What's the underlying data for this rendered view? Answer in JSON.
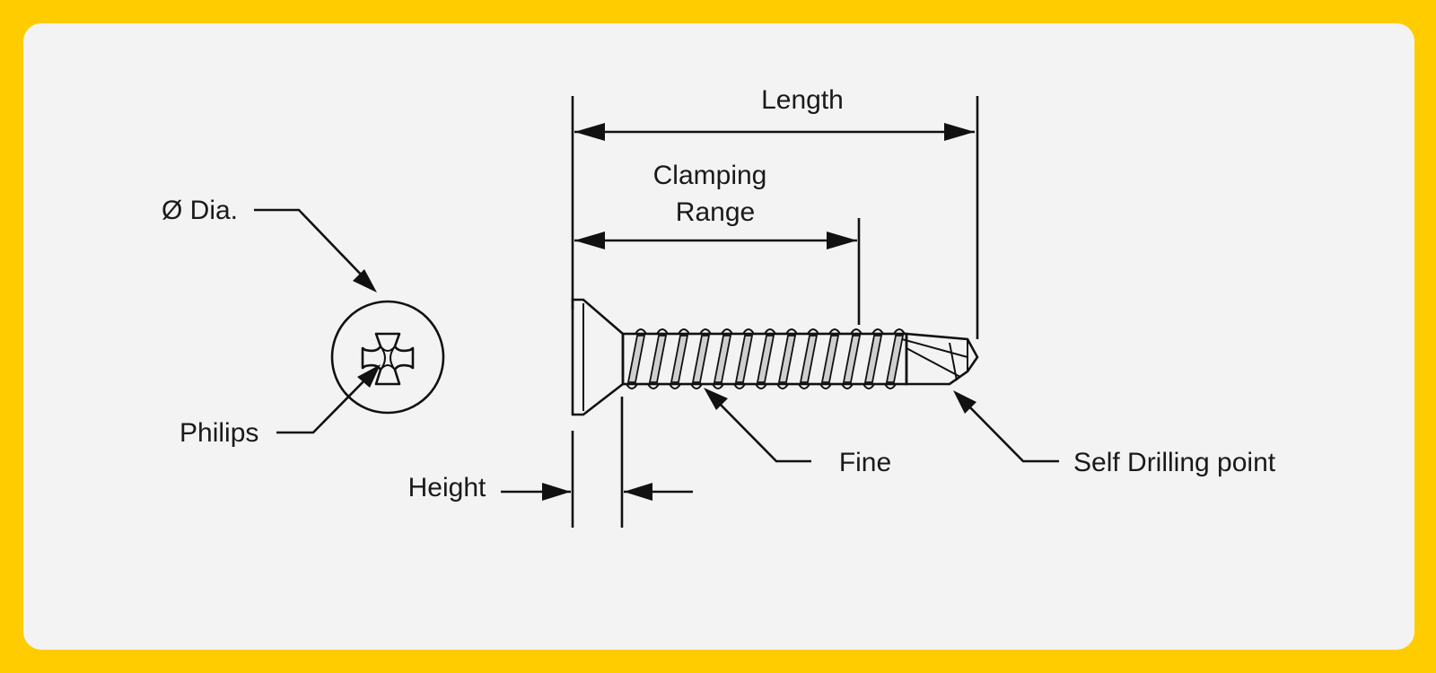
{
  "colors": {
    "frame": "#FFCC00",
    "card": "#F3F3F3",
    "ink": "#111111"
  },
  "labels": {
    "length": "Length",
    "clamping_line1": "Clamping",
    "clamping_line2": "Range",
    "diameter": "Ø Dia.",
    "philips": "Philips",
    "height": "Height",
    "fine": "Fine",
    "self_drilling": "Self Drilling point"
  },
  "icons": {
    "head_view": "phillips-cross-icon"
  }
}
